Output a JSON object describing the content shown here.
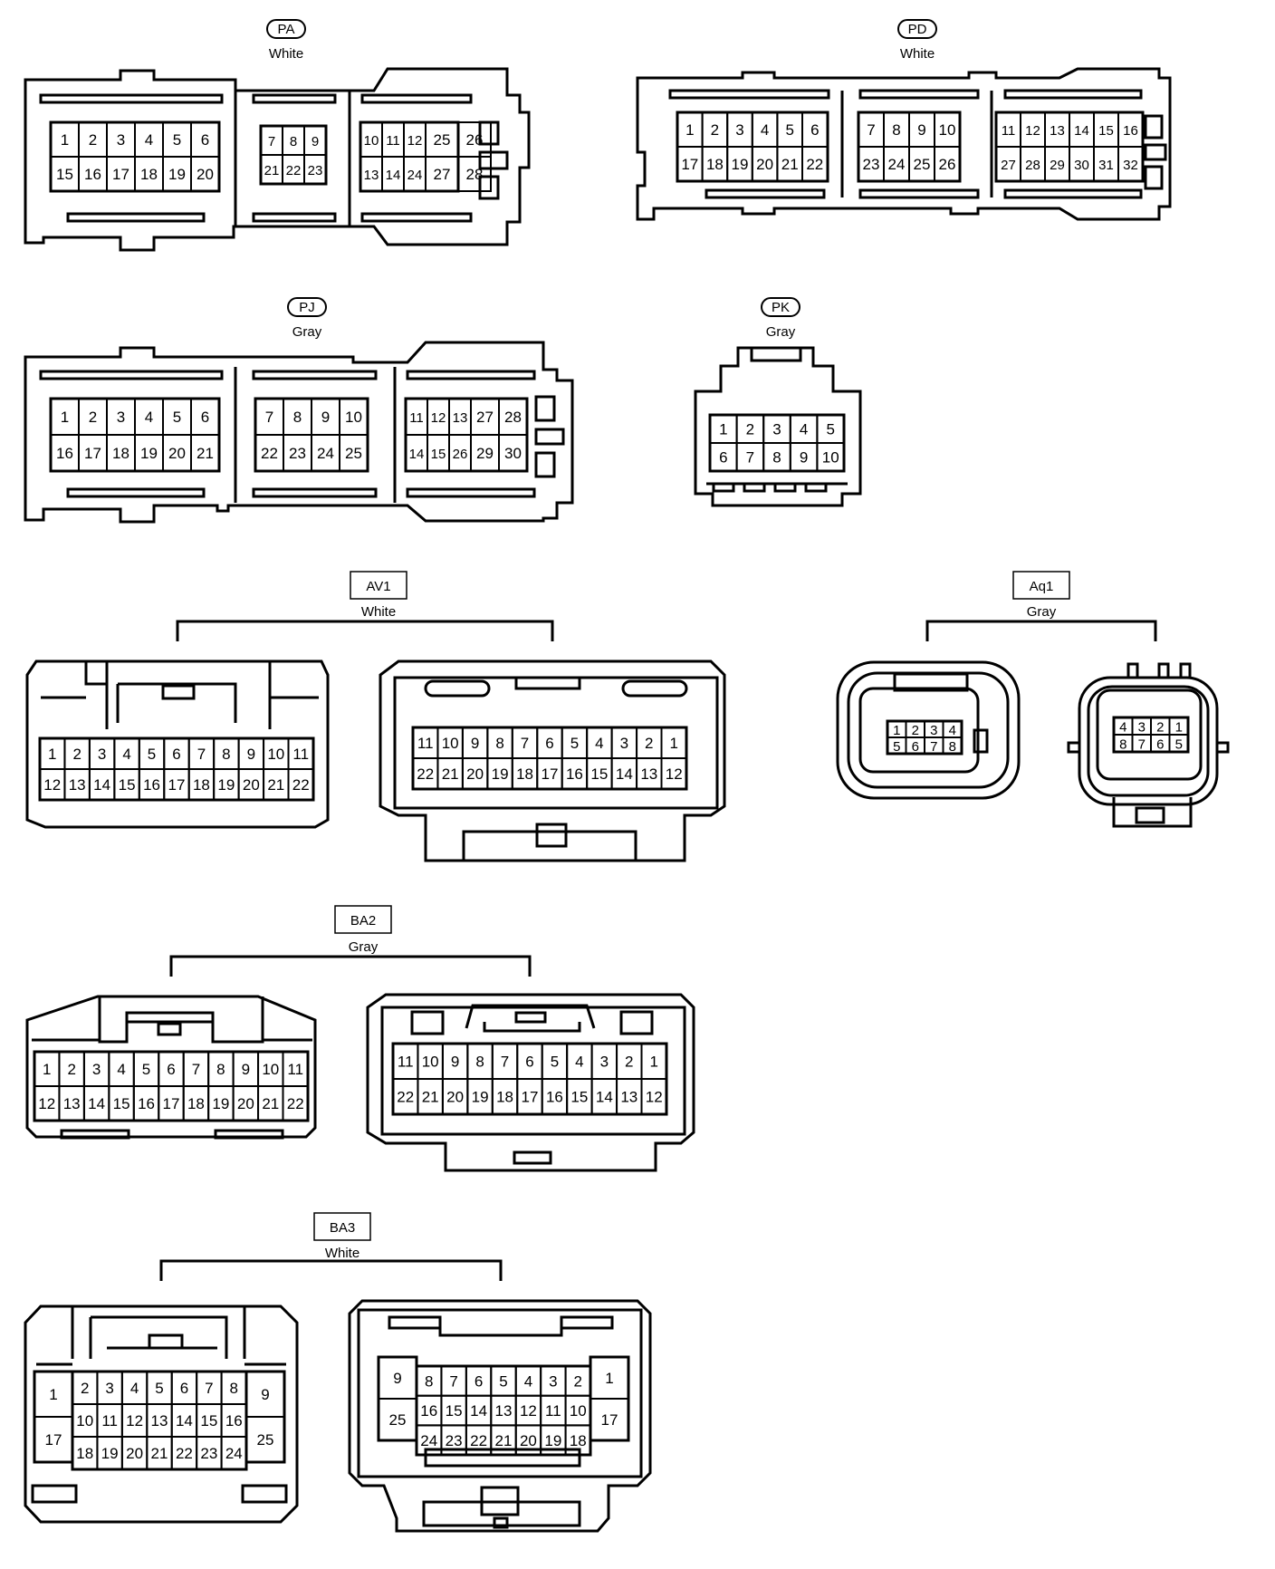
{
  "connectors": [
    {
      "id": "PA",
      "color": "White",
      "label_style": "oval",
      "views": [
        {
          "key": "pa",
          "pins": [
            "1",
            "2",
            "3",
            "4",
            "5",
            "6",
            "15",
            "16",
            "17",
            "18",
            "19",
            "20",
            "7",
            "8",
            "9",
            "21",
            "22",
            "23",
            "10",
            "11",
            "12",
            "13",
            "14",
            "24",
            "25",
            "26",
            "27",
            "28"
          ]
        }
      ]
    },
    {
      "id": "PD",
      "color": "White",
      "label_style": "oval",
      "views": [
        {
          "key": "pd",
          "pins": [
            "1",
            "2",
            "3",
            "4",
            "5",
            "6",
            "17",
            "18",
            "19",
            "20",
            "21",
            "22",
            "7",
            "8",
            "9",
            "10",
            "23",
            "24",
            "25",
            "26",
            "11",
            "12",
            "13",
            "14",
            "15",
            "16",
            "27",
            "28",
            "29",
            "30",
            "31",
            "32"
          ]
        }
      ]
    },
    {
      "id": "PJ",
      "color": "Gray",
      "label_style": "oval",
      "views": [
        {
          "key": "pj",
          "pins": [
            "1",
            "2",
            "3",
            "4",
            "5",
            "6",
            "16",
            "17",
            "18",
            "19",
            "20",
            "21",
            "7",
            "8",
            "9",
            "10",
            "22",
            "23",
            "24",
            "25",
            "11",
            "12",
            "13",
            "14",
            "15",
            "26",
            "27",
            "28",
            "29",
            "30"
          ]
        }
      ]
    },
    {
      "id": "PK",
      "color": "Gray",
      "label_style": "oval",
      "views": [
        {
          "key": "pk",
          "pins": [
            "1",
            "2",
            "3",
            "4",
            "5",
            "6",
            "7",
            "8",
            "9",
            "10"
          ]
        }
      ]
    },
    {
      "id": "AV1",
      "color": "White",
      "label_style": "box",
      "views": [
        {
          "key": "av1-left",
          "pins": [
            "1",
            "2",
            "3",
            "4",
            "5",
            "6",
            "7",
            "8",
            "9",
            "10",
            "11",
            "12",
            "13",
            "14",
            "15",
            "16",
            "17",
            "18",
            "19",
            "20",
            "21",
            "22"
          ]
        },
        {
          "key": "av1-right",
          "pins": [
            "11",
            "10",
            "9",
            "8",
            "7",
            "6",
            "5",
            "4",
            "3",
            "2",
            "1",
            "22",
            "21",
            "20",
            "19",
            "18",
            "17",
            "16",
            "15",
            "14",
            "13",
            "12"
          ]
        }
      ]
    },
    {
      "id": "Aq1",
      "color": "Gray",
      "label_style": "box",
      "views": [
        {
          "key": "aq1-left",
          "pins": [
            "1",
            "2",
            "3",
            "4",
            "5",
            "6",
            "7",
            "8"
          ]
        },
        {
          "key": "aq1-right",
          "pins": [
            "4",
            "3",
            "2",
            "1",
            "8",
            "7",
            "6",
            "5"
          ]
        }
      ]
    },
    {
      "id": "BA2",
      "color": "Gray",
      "label_style": "box",
      "views": [
        {
          "key": "ba2-left",
          "pins": [
            "1",
            "2",
            "3",
            "4",
            "5",
            "6",
            "7",
            "8",
            "9",
            "10",
            "11",
            "12",
            "13",
            "14",
            "15",
            "16",
            "17",
            "18",
            "19",
            "20",
            "21",
            "22"
          ]
        },
        {
          "key": "ba2-right",
          "pins": [
            "11",
            "10",
            "9",
            "8",
            "7",
            "6",
            "5",
            "4",
            "3",
            "2",
            "1",
            "22",
            "21",
            "20",
            "19",
            "18",
            "17",
            "16",
            "15",
            "14",
            "13",
            "12"
          ]
        }
      ]
    },
    {
      "id": "BA3",
      "color": "White",
      "label_style": "box",
      "views": [
        {
          "key": "ba3-left",
          "pins": [
            "1",
            "17",
            "2",
            "3",
            "4",
            "5",
            "6",
            "7",
            "8",
            "10",
            "11",
            "12",
            "13",
            "14",
            "15",
            "16",
            "18",
            "19",
            "20",
            "21",
            "22",
            "23",
            "24",
            "9",
            "25"
          ]
        },
        {
          "key": "ba3-right",
          "pins": [
            "9",
            "25",
            "8",
            "7",
            "6",
            "5",
            "4",
            "3",
            "2",
            "16",
            "15",
            "14",
            "13",
            "12",
            "11",
            "10",
            "24",
            "23",
            "22",
            "21",
            "20",
            "19",
            "18",
            "1",
            "17"
          ]
        }
      ]
    }
  ]
}
